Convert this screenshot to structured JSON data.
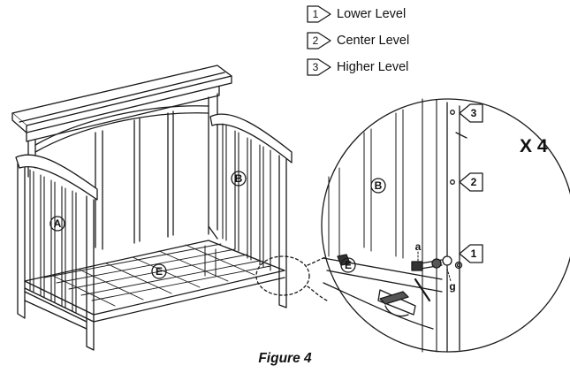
{
  "legend": [
    {
      "number": "1",
      "label": "Lower Level"
    },
    {
      "number": "2",
      "label": "Center Level"
    },
    {
      "number": "3",
      "label": "Higher Level"
    }
  ],
  "parts": {
    "a": "A",
    "b": "B",
    "e": "E"
  },
  "detail": {
    "quantity": "X 4",
    "hardware_a": "a",
    "hardware_g": "g",
    "level_1": "1",
    "level_2": "2",
    "level_3": "3"
  },
  "caption": "Figure 4"
}
